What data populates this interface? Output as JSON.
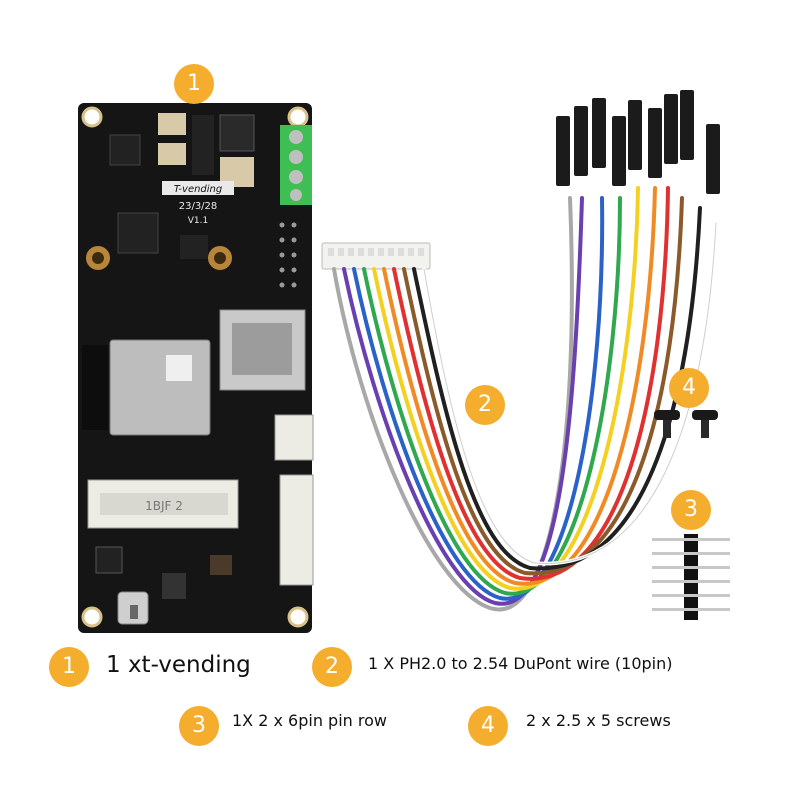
{
  "callouts": {
    "board": "1",
    "cable": "2",
    "pin_row": "3",
    "screws": "4"
  },
  "legend": [
    {
      "number": "1",
      "text": "1 xt-vending"
    },
    {
      "number": "2",
      "text": "1 X PH2.0 to 2.54 DuPont wire (10pin)"
    },
    {
      "number": "3",
      "text": "1X 2 x 6pin pin row"
    },
    {
      "number": "4",
      "text": "2 x 2.5 x 5 screws"
    }
  ],
  "board_silkscreen": {
    "name": "T-vending",
    "date": "23/3/28",
    "version": "V1.1",
    "slot_text": "1BJF 2"
  },
  "colors": {
    "badge": "#f4ad2d",
    "pcb": "#151515",
    "terminal": "#3fbf53",
    "wires": [
      "#202020",
      "#8b5a2b",
      "#e03030",
      "#f08a24",
      "#f4d020",
      "#2fa84f",
      "#2a62c8",
      "#6a3fb0",
      "#a8a8a8",
      "#ffffff"
    ]
  },
  "icons": [
    "pcb-board-image",
    "wire-harness-image",
    "pin-header-image",
    "screw-image"
  ]
}
